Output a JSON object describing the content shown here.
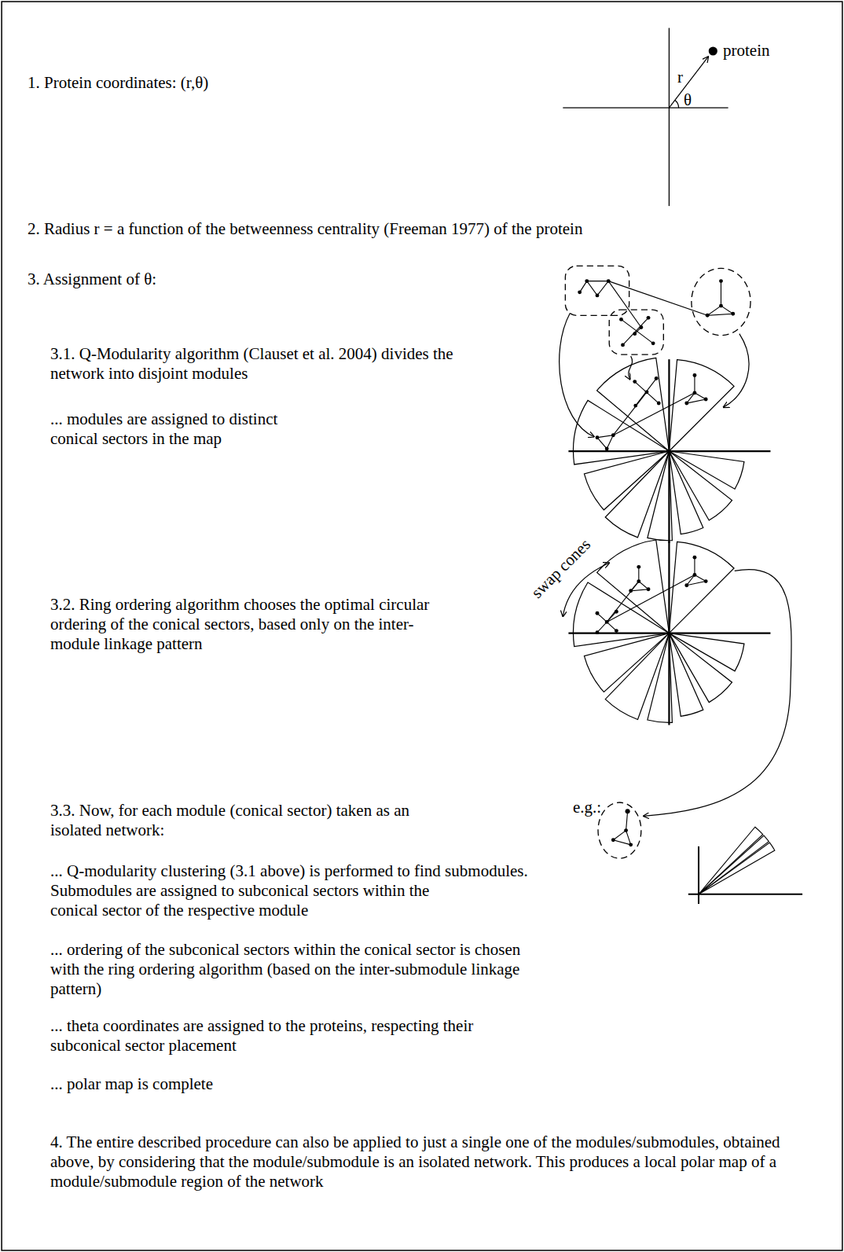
{
  "diagram": {
    "labels": [
      "protein",
      "r",
      "θ",
      "1. Protein coordinates: (r,θ)",
      "2. Radius r = a function of the betweenness centrality (Freeman 1977) of the protein",
      "3. Assignment of θ:",
      "3.1. Q-Modularity algorithm (Clauset et al. 2004) divides the network into disjoint modules",
      "... modules are assigned to distinct conical sectors in the map",
      "3.2. Ring ordering algorithm chooses the optimal circular ordering of the conical sectors, based only on the inter-module linkage pattern",
      "swap cones",
      "3.3. Now, for each module (conical sector) taken as an isolated network:",
      "e.g.:",
      "... Q-modularity clustering (3.1 above) is performed to find submodules.",
      "Submodules are assigned to subconical sectors within the conical sector of the respective module",
      "... ordering of the subconical sectors within the conical sector is chosen with the ring ordering algorithm (based on the inter-submodule linkage pattern)",
      "... theta coordinates are assigned to the proteins, respecting their subconical sector placement",
      "... polar map is complete",
      "4. The entire described procedure can also be applied to just a single one of the modules/submodules, obtained above, by considering that the module/submodule is an isolated network. This produces a local polar map of a module/submodule region of the network"
    ]
  }
}
